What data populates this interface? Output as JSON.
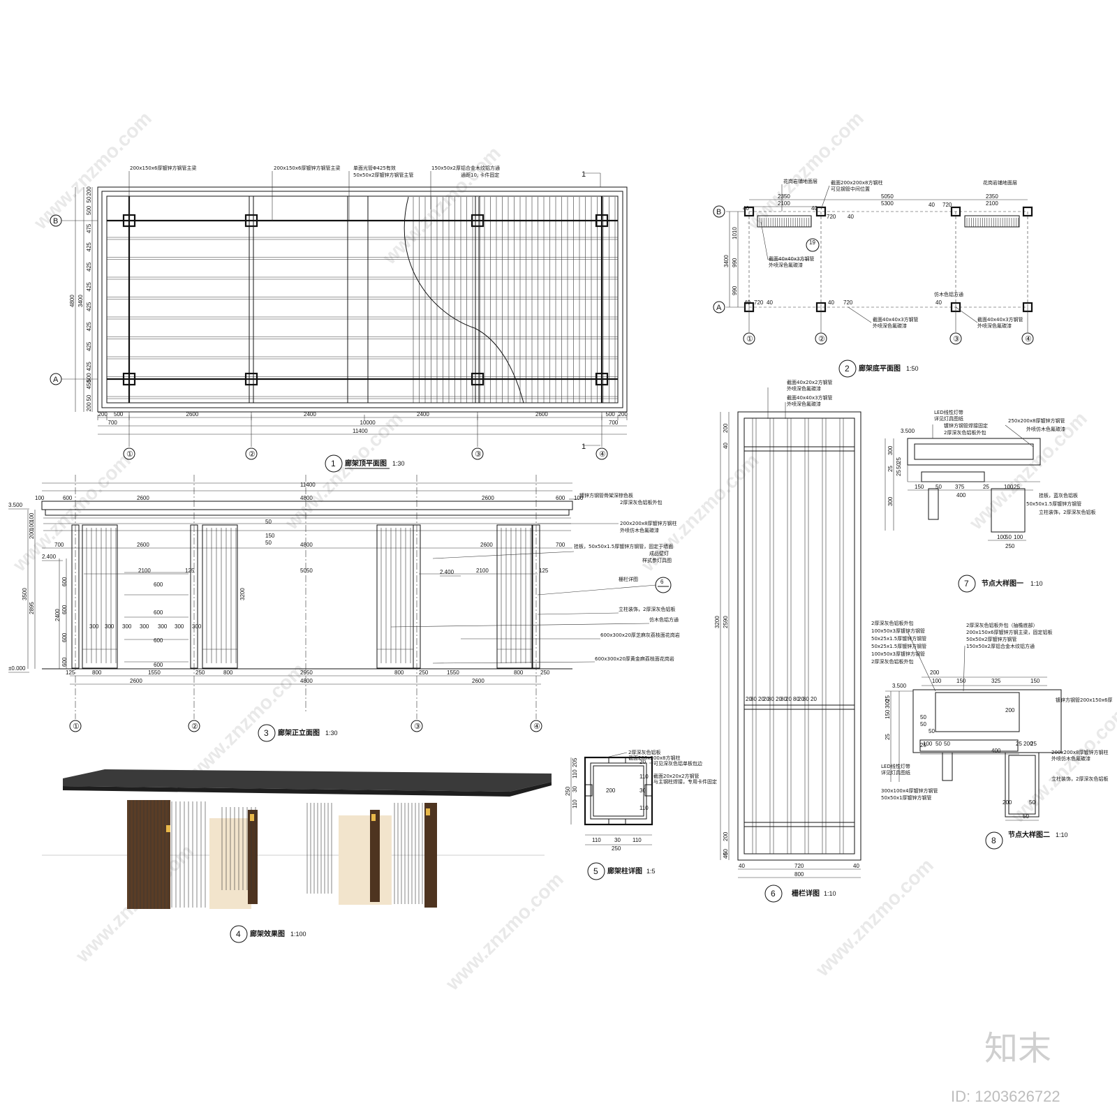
{
  "watermark": "www.znzmo.com",
  "brand": {
    "logo_text": "知末",
    "image_id": "ID: 1203626722"
  },
  "views": {
    "v1": {
      "num": "1",
      "title": "廊架顶平面图",
      "scale": "1:30",
      "notes": [
        "200x150x6厚镀锌方钢管主梁",
        "200x150x6厚镀锌方钢管主梁",
        "单面光管Φ425有效",
        "50x50x2厚镀锌方钢管主管",
        "150x50x2厚铝合金木纹铝方通",
        "通距10, 卡件固定"
      ],
      "bottom_dims": [
        "200",
        "500",
        "2600",
        "2400",
        "2400",
        "2600",
        "500",
        "200"
      ],
      "bottom_totals": [
        "700",
        "10000",
        "700",
        "11400"
      ],
      "left_dims": [
        "200",
        "50",
        "500",
        "475",
        "425",
        "425",
        "425",
        "425",
        "425",
        "425",
        "425",
        "500",
        "450",
        "50",
        "200"
      ],
      "left_totals": [
        "3400",
        "4800"
      ],
      "axes_h": [
        "①",
        "②",
        "③",
        "④"
      ],
      "axes_v": [
        "B",
        "A"
      ],
      "section": "1"
    },
    "v2": {
      "num": "2",
      "title": "廊架底平面图",
      "scale": "1:50",
      "top_dims": [
        "2350",
        "2100",
        "5050",
        "5300",
        "2350",
        "2100"
      ],
      "small_dims": [
        "40",
        "720",
        "40",
        "40",
        "720",
        "40",
        "40",
        "720",
        "40",
        "40",
        "720",
        "40"
      ],
      "left_dims": [
        "1010",
        "990",
        "990",
        "3400"
      ],
      "notes": [
        "花岗岩铺地面层",
        "截面200x200x8方钢柱",
        "可见钢管中间位置",
        "花岗岩铺地面层",
        "截面40x40x3方钢管",
        "外喷深色氟碳漆",
        "截面40x40x3方钢管",
        "外喷深色氟碳漆",
        "截面40x40x3方钢管",
        "外喷深色氟碳漆",
        "仿木色铝方通"
      ],
      "detail_ref": "19",
      "axes_h": [
        "①",
        "②",
        "③",
        "④"
      ],
      "axes_v": [
        "B",
        "A"
      ]
    },
    "v3": {
      "num": "3",
      "title": "廊架正立面图",
      "scale": "1:30",
      "top_dims": [
        "100",
        "600",
        "2600",
        "4800",
        "2600",
        "600",
        "100",
        "11400"
      ],
      "mid_dims": [
        "700",
        "2600",
        "4800",
        "2600",
        "700",
        "2100",
        "125",
        "5050",
        "2100",
        "125"
      ],
      "levels": [
        "3.500",
        "2.400",
        "±0.000",
        "2.400"
      ],
      "left_dims": [
        "100",
        "100",
        "200",
        "600",
        "600",
        "2400",
        "600",
        "600",
        "3500",
        "2895",
        "3200"
      ],
      "inner_dims": [
        "300",
        "300",
        "300",
        "300",
        "300",
        "300",
        "300",
        "600",
        "600",
        "600",
        "600",
        "50",
        "150",
        "50"
      ],
      "bottom_dims": [
        "125",
        "800",
        "1550",
        "250",
        "800",
        "2950",
        "800",
        "250",
        "1550",
        "800",
        "250"
      ],
      "bottom_totals": [
        "2600",
        "4800",
        "2600"
      ],
      "notes": [
        "镀锌方钢管骨架深棕色板",
        "2厚深灰色铝板外包",
        "200x200x8厚镀锌方钢柱",
        "外喷仿木色氟碳漆",
        "挂板，50x50x1.5厚镀锌方钢管，固定于墙面",
        "成品壁灯",
        "样式参灯具图",
        "栅栏详图",
        "立柱装饰，2厚深灰色铝板",
        "仿木色铝方通",
        "600x300x20厚芝麻灰荔枝面花岗岩",
        "600x300x20厚黄金麻荔枝面花岗岩"
      ],
      "detail_ref": "6",
      "axes_h": [
        "①",
        "②",
        "③",
        "④"
      ]
    },
    "v4": {
      "num": "4",
      "title": "廊架效果图",
      "scale": "1:100"
    },
    "v5": {
      "num": "5",
      "title": "廊架柱详图",
      "scale": "1:5",
      "notes": [
        "2厚深灰色铝板",
        "截面200x200x8方钢柱",
        "可见深灰色铝单板包边",
        "截面20x20x2方钢管",
        "与主钢柱焊接，专用卡件固定"
      ],
      "dims": [
        "5",
        "20",
        "110",
        "30",
        "110",
        "250",
        "200",
        "20",
        "110",
        "30",
        "110",
        "250"
      ]
    },
    "v6": {
      "num": "6",
      "title": "栅栏详图",
      "scale": "1:10",
      "notes": [
        "截面40x20x2方钢管",
        "外喷深色氟碳漆",
        "截面40x40x3方钢管",
        "外喷深色氟碳漆"
      ],
      "left_dims": [
        "200",
        "40",
        "3200",
        "2590",
        "200",
        "50",
        "40"
      ],
      "mid_dims": [
        "20",
        "80",
        "20",
        "20",
        "80",
        "20",
        "80",
        "20",
        "80",
        "20",
        "80",
        "20"
      ],
      "bottom_dims": [
        "40",
        "720",
        "40",
        "800"
      ]
    },
    "v7": {
      "num": "7",
      "title": "节点大样图一",
      "scale": "1:10",
      "level": "3.500",
      "notes": [
        "LED线性灯带",
        "详见灯具图纸",
        "镀锌方钢管焊接固定",
        "250x200x8厚镀锌方钢管",
        "2厚深灰色铝板外包",
        "外喷仿木色氟碳漆",
        "挂板，蓝灰色铝板",
        "50x50x1.5厚镀锌方钢管",
        "立柱装饰，2厚深灰色铝板"
      ],
      "dims": [
        "300",
        "25",
        "300",
        "150",
        "50",
        "375",
        "25",
        "100",
        "25",
        "400",
        "100",
        "50",
        "100",
        "250",
        "25",
        "50",
        "25"
      ]
    },
    "v8": {
      "num": "8",
      "title": "节点大样图二",
      "scale": "1:10",
      "level": "3.500",
      "notes_left": [
        "2厚深灰色铝板外包",
        "100x50x3厚镀锌方钢管",
        "50x25x1.5厚镀锌方钢管",
        "50x25x1.5厚镀锌方钢管",
        "100x50x3厚镀锌方钢管",
        "2厚深灰色铝板外包"
      ],
      "notes_right": [
        "2厚深灰色铝板外包（抽檐底部）",
        "200x150x6厚镀锌方钢主梁，固定铝板",
        "50x50x2厚镀锌方钢管",
        "150x50x2厚铝合金木纹铝方通"
      ],
      "notes_bottom": [
        "LED线性灯带",
        "详见灯具图纸",
        "300x100x4厚镀锌方钢管",
        "50x50x1厚镀锌方钢管"
      ],
      "notes_side": [
        "镀锌方钢管200x150x6厚",
        "200x200x8厚镀锌方钢柱",
        "外喷仿木色氟碳漆",
        "立柱装饰，2厚深灰色铝板"
      ],
      "dims": [
        "200",
        "100",
        "150",
        "325",
        "150",
        "25",
        "150",
        "300",
        "25",
        "50",
        "50",
        "50",
        "25",
        "100",
        "50",
        "50",
        "400",
        "200",
        "25",
        "200",
        "25",
        "200",
        "50",
        "50"
      ]
    }
  }
}
